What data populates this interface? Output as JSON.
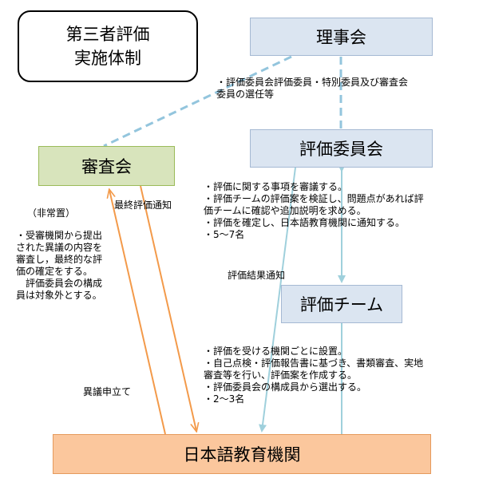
{
  "title": {
    "line1": "第三者評価",
    "line2": "実施体制"
  },
  "boxes": {
    "rijikai": "理事会",
    "hyoka_iinkai": "評価委員会",
    "shinsakai": "審査会",
    "hyoka_team": "評価チーム",
    "kikan": "日本語教育機関"
  },
  "notes": {
    "rijikai_note": [
      "・評価委員会評価委員・特別委員及び審査会",
      "委員の選任等"
    ],
    "iinkai_note": [
      "・評価に関する事項を審議する。",
      "・評価チームの評価案を検証し、問題点があれば評",
      "価チームに確認や追加説明を求める。",
      "・評価を確定し、日本語教育機関に通知する。",
      "・5～7名"
    ],
    "hijochi": "（非常置）",
    "shinsa_note": [
      "・受審機関から提出",
      "された異議の内容を",
      "審査し，最終的な評",
      "価の確定をする。",
      "　評価委員会の構成",
      "員は対象外とする。"
    ],
    "team_note": [
      "・評価を受ける機関ごとに設置。",
      "・自己点検・評価報告書に基づき、書類審査、実地",
      "審査等を行い、評価案を作成する。",
      "・評価委員会の構成員から選出する。",
      "・2～3名"
    ]
  },
  "arrow_labels": {
    "final_notice": "最終評価通知",
    "result_notice": "評価結果通知",
    "objection": "異議申立て"
  },
  "colors": {
    "blue_fill": "#dbe5f1",
    "green_fill": "#d8e4bc",
    "orange_fill": "#fbc79d",
    "dashed_line": "#93c5dd",
    "blue_arrow": "#9fd0dc",
    "orange_arrow": "#f39a4a"
  }
}
